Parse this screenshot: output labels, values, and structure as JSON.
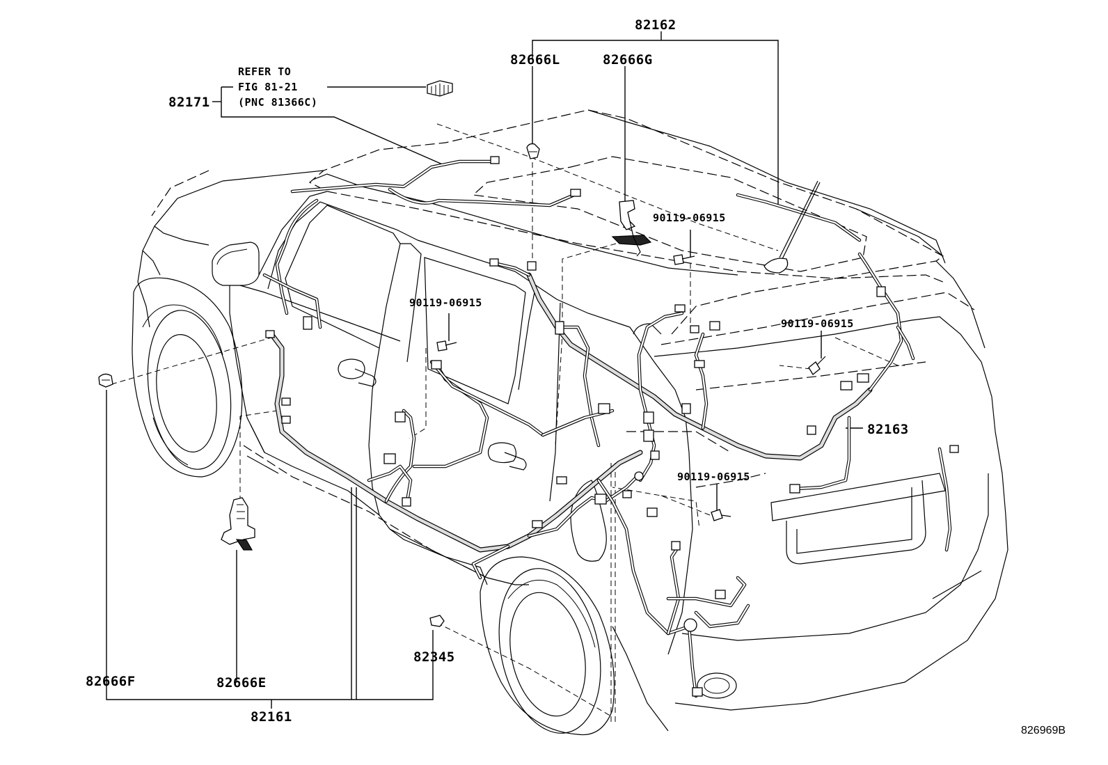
{
  "labels": {
    "p82162": "82162",
    "p82666L": "82666L",
    "p82666G": "82666G",
    "p82171": "82171",
    "refer_1": "REFER TO",
    "refer_2": "FIG 81-21",
    "refer_3": "(PNC 81366C)",
    "bolt_top": "90119-06915",
    "bolt_mid": "90119-06915",
    "bolt_right": "90119-06915",
    "bolt_bottom": "90119-06915",
    "p82163": "82163",
    "p82345": "82345",
    "p82666F": "82666F",
    "p82666E": "82666E",
    "p82161": "82161",
    "figure_id": "826969B"
  },
  "icons": {
    "bolt": "bolt-icon",
    "clip": "clip-icon",
    "connector": "connector-icon",
    "antenna": "antenna-icon",
    "bracket": "bracket-icon"
  }
}
